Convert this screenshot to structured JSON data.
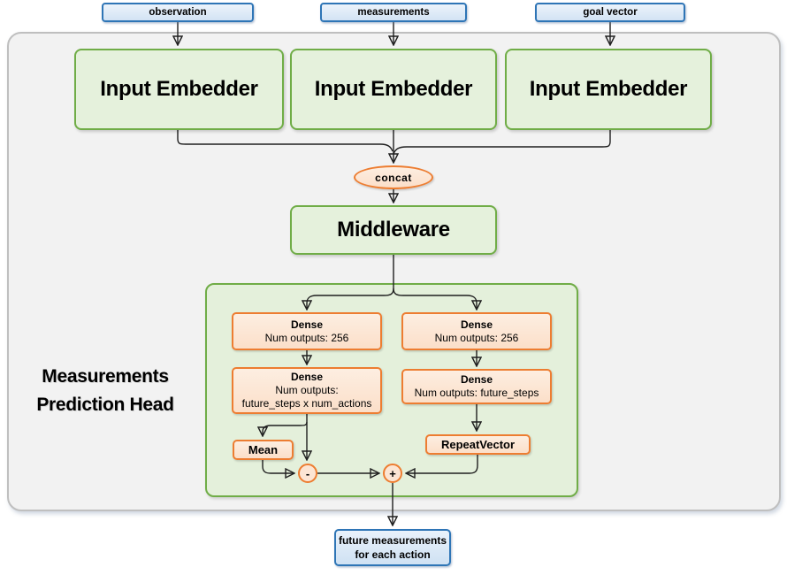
{
  "diagram": {
    "inputs": [
      {
        "label": "observation"
      },
      {
        "label": "measurements"
      },
      {
        "label": "goal vector"
      }
    ],
    "embedders": [
      {
        "label": "Input Embedder"
      },
      {
        "label": "Input Embedder"
      },
      {
        "label": "Input Embedder"
      }
    ],
    "concat": {
      "label": "concat"
    },
    "middleware": {
      "label": "Middleware"
    },
    "head": {
      "title_line1": "Measurements",
      "title_line2": "Prediction Head",
      "left_branch": {
        "dense1": {
          "title": "Dense",
          "subtitle": "Num outputs: 256"
        },
        "dense2": {
          "title": "Dense",
          "subtitle": "Num outputs:",
          "subtitle2": "future_steps x num_actions"
        },
        "mean": {
          "label": "Mean"
        },
        "minus": {
          "label": "-"
        }
      },
      "right_branch": {
        "dense1": {
          "title": "Dense",
          "subtitle": "Num outputs: 256"
        },
        "dense2": {
          "title": "Dense",
          "subtitle": "Num outputs: future_steps"
        },
        "repeat_vector": {
          "label": "RepeatVector"
        },
        "plus": {
          "label": "+"
        }
      }
    },
    "output": {
      "line1": "future measurements",
      "line2": "for each action"
    },
    "colors": {
      "blue_border": "#2E75B6",
      "blue_fill": "#DCEAF8",
      "green_border": "#70AD47",
      "green_fill": "#E5F1DC",
      "orange_border": "#ED7D31",
      "orange_fill": "#FCE5D4",
      "container_fill": "#F2F2F2",
      "container_border": "#BFBFBF",
      "wire": "#1F1F1F"
    }
  }
}
